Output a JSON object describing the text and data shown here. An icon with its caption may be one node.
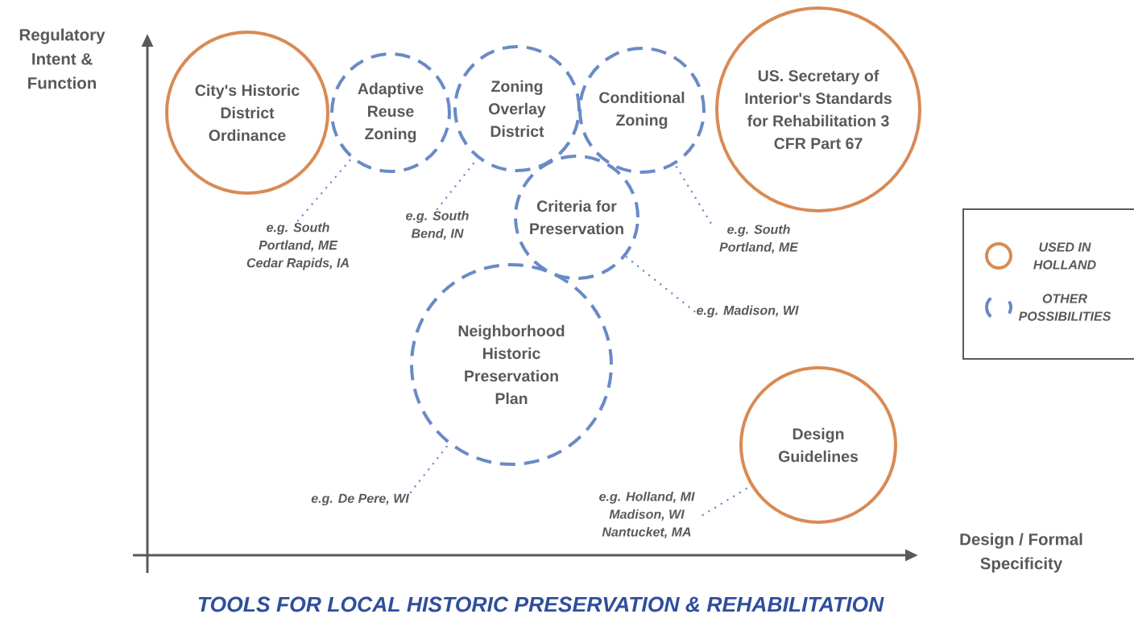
{
  "diagram": {
    "caption": "TOOLS FOR LOCAL HISTORIC PRESERVATION & REHABILITATION",
    "nodes": [
      {
        "text": [
          "City's Historic District Ordinance"
        ]
      },
      {
        "text": [
          "Adaptive Reuse Zoning"
        ]
      },
      {
        "text": [
          "Zoning Overlay District"
        ]
      },
      {
        "text": [
          "Conditional Zoning"
        ]
      },
      {
        "text": [
          "US. Secretary of Interior's Standards for Rehabilitation 3 CFR Part 67"
        ]
      },
      {
        "text": [
          "Criteria for Preservation"
        ]
      },
      {
        "text": [
          "Neighborhood Historic Preservation Plan"
        ]
      },
      {
        "text": [
          "Design Guidelines"
        ]
      },
      {
        "text": [
          "e.g. South Portland, ME Cedar Rapids, IA"
        ]
      },
      {
        "text": [
          "e.g. South Bend, IN"
        ]
      },
      {
        "text": [
          "e.g. South Portland, ME"
        ]
      },
      {
        "text": [
          "e.g. Madison, WI"
        ]
      },
      {
        "text": [
          "e.g. De Pere, WI"
        ]
      },
      {
        "text": [
          "e.g. Holland, MI Madison, WI Nantucket, MA"
        ]
      }
    ],
    "edges": [
      {
        "from": 8,
        "to": 1,
        "arrow": "none"
      },
      {
        "from": 9,
        "to": 2,
        "arrow": "none"
      },
      {
        "from": 10,
        "to": 3,
        "arrow": "none"
      },
      {
        "from": 11,
        "to": 5,
        "arrow": "none"
      },
      {
        "from": 12,
        "to": 6,
        "arrow": "none"
      },
      {
        "from": 13,
        "to": 7,
        "arrow": "none"
      }
    ],
    "labels": [
      "Regulatory Intent & Function",
      "Design / Formal Specificity"
    ],
    "legend": [
      {
        "text": "USED IN HOLLAND"
      },
      {
        "text": "OTHER POSSIBILITIES"
      }
    ]
  }
}
